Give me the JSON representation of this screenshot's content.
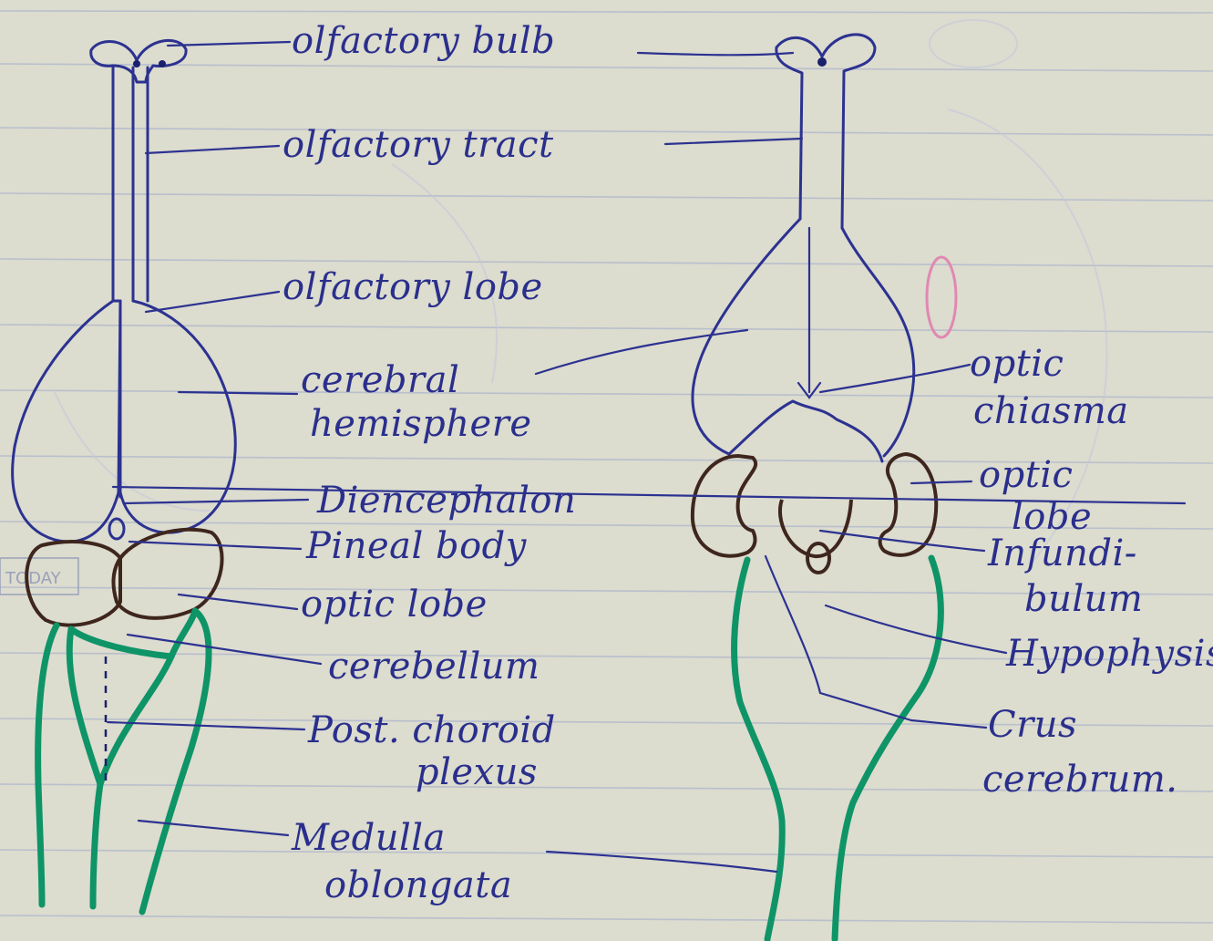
{
  "labels": {
    "olfactory_bulb": "olfactory bulb",
    "olfactory_tract": "olfactory tract",
    "olfactory_lobe": "olfactory lobe",
    "cerebral_1": "cerebral",
    "cerebral_2": "hemisphere",
    "diencephalon": "Diencephalon",
    "pineal_body": "Pineal body",
    "optic_lobe_left": "optic lobe",
    "cerebellum": "cerebellum",
    "choroid_1": "Post. choroid",
    "choroid_2": "plexus",
    "medulla_1": "Medulla",
    "medulla_2": "oblongata",
    "optic_chiasma_1": "optic",
    "optic_chiasma_2": "chiasma",
    "optic_lobe_right_1": "optic",
    "optic_lobe_right_2": "lobe",
    "infundibulum_1": "Infundi-",
    "infundibulum_2": "bulum",
    "hypophysis": "Hypophysis",
    "crus_1": "Crus",
    "crus_2": "cerebrum."
  },
  "stamp": "TODAY",
  "colors": {
    "paper": "#dcdccf",
    "ink": "#2c3290",
    "brown": "#3e261d",
    "green": "#0e9467"
  }
}
